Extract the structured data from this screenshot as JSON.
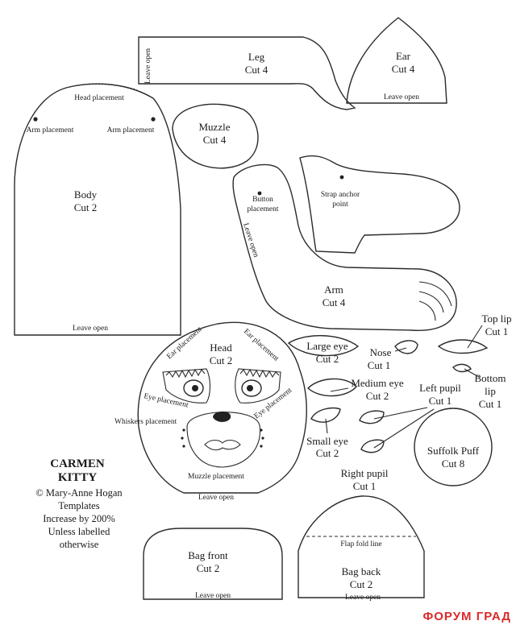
{
  "pattern": {
    "title_line1": "CARMEN",
    "title_line2": "KITTY",
    "credit": "© Mary-Anne Hogan",
    "notes": [
      "Templates",
      "Increase by 200%",
      "Unless labelled",
      "otherwise"
    ]
  },
  "pieces": {
    "leg": {
      "name": "Leg",
      "cut": "Cut 4",
      "note": "Leave open"
    },
    "ear": {
      "name": "Ear",
      "cut": "Cut 4",
      "note": "Leave open"
    },
    "muzzle": {
      "name": "Muzzle",
      "cut": "Cut 4"
    },
    "body": {
      "name": "Body",
      "cut": "Cut 2",
      "head_placement": "Head placement",
      "arm_left": "Arm placement",
      "arm_right": "Arm placement",
      "note": "Leave open"
    },
    "arm": {
      "name": "Arm",
      "cut": "Cut 4",
      "button1": "Button",
      "button2": "placement",
      "strap1": "Strap anchor",
      "strap2": "point",
      "note": "Leave open"
    },
    "head": {
      "name": "Head",
      "cut": "Cut 2",
      "ear_left": "Ear placement",
      "ear_right": "Ear placement",
      "eye": "Eye placement",
      "eye_right": "Eye placement",
      "whiskers": "Whiskers placement",
      "muzzle": "Muzzle placement",
      "note": "Leave open"
    },
    "large_eye": {
      "name": "Large eye",
      "cut": "Cut 2"
    },
    "medium_eye": {
      "name": "Medium eye",
      "cut": "Cut 2"
    },
    "small_eye": {
      "name": "Small eye",
      "cut": "Cut 2"
    },
    "nose": {
      "name": "Nose",
      "cut": "Cut 1"
    },
    "top_lip": {
      "name": "Top lip",
      "cut": "Cut 1"
    },
    "bottom_lip": {
      "name1": "Bottom",
      "name2": "lip",
      "cut": "Cut 1"
    },
    "left_pupil": {
      "name": "Left pupil",
      "cut": "Cut 1"
    },
    "right_pupil": {
      "name": "Right pupil",
      "cut": "Cut 1"
    },
    "suffolk_puff": {
      "name": "Suffolk Puff",
      "cut": "Cut 8"
    },
    "bag_front": {
      "name": "Bag front",
      "cut": "Cut 2",
      "note": "Leave open"
    },
    "bag_back": {
      "name": "Bag back",
      "cut": "Cut 2",
      "fold": "Flap fold line",
      "note": "Leave open"
    }
  },
  "watermark": "ФОРУМ ГРАД",
  "colors": {
    "line": "#2a2a2a",
    "watermark": "#d92b2b"
  }
}
